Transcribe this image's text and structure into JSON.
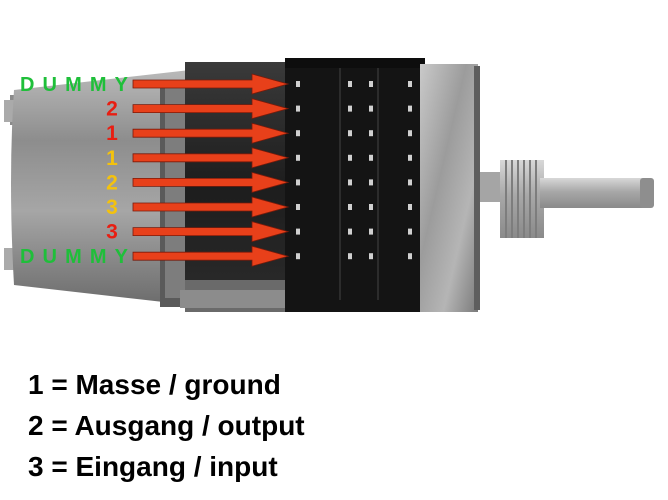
{
  "colors": {
    "green": "#1fbf3a",
    "red": "#e81e12",
    "yellow": "#f4c20d",
    "arrow": "#e8401a"
  },
  "pins": [
    {
      "label": "DUMMY",
      "color": "green"
    },
    {
      "label": "2",
      "color": "red"
    },
    {
      "label": "1",
      "color": "red"
    },
    {
      "label": "1",
      "color": "yellow"
    },
    {
      "label": "2",
      "color": "yellow"
    },
    {
      "label": "3",
      "color": "yellow"
    },
    {
      "label": "3",
      "color": "red"
    },
    {
      "label": "DUMMY",
      "color": "green"
    }
  ],
  "legend": [
    "1 = Masse / ground",
    "2 = Ausgang / output",
    "3 = Eingang / input"
  ]
}
